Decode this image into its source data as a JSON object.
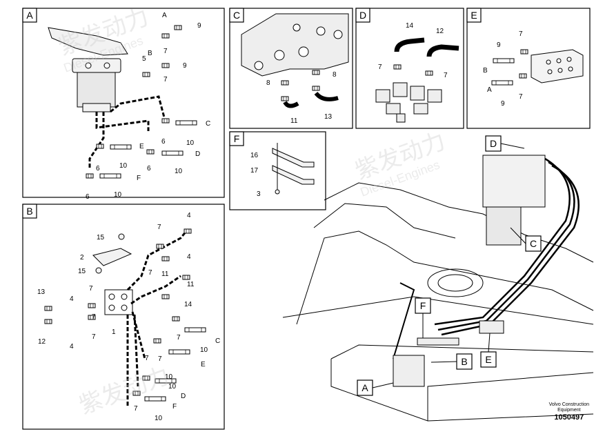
{
  "panels": {
    "A": {
      "tag": "A",
      "parts": [
        "9",
        "7",
        "5",
        "9",
        "7",
        "C",
        "6",
        "10",
        "D",
        "E",
        "6",
        "10",
        "6",
        "10",
        "F",
        "6",
        "10"
      ],
      "ports": [
        "A",
        "B"
      ]
    },
    "B": {
      "tag": "B",
      "parts": [
        "15",
        "2",
        "15",
        "7",
        "4",
        "11",
        "7",
        "7",
        "4",
        "11",
        "14",
        "13",
        "4",
        "7",
        "12",
        "4",
        "7",
        "1",
        "7",
        "C",
        "10",
        "7",
        "E",
        "10",
        "7",
        "10",
        "D",
        "7",
        "10",
        "F"
      ]
    },
    "C": {
      "tag": "C",
      "parts": [
        "8",
        "8",
        "11",
        "13"
      ]
    },
    "D": {
      "tag": "D",
      "parts": [
        "14",
        "12",
        "7",
        "7"
      ]
    },
    "E": {
      "tag": "E",
      "parts": [
        "9",
        "7",
        "B",
        "A",
        "7",
        "9"
      ]
    },
    "F": {
      "tag": "F",
      "parts": [
        "16",
        "17",
        "3"
      ]
    }
  },
  "overview_callouts": [
    "D",
    "C",
    "F",
    "B",
    "E",
    "A"
  ],
  "watermark": {
    "cn": "紫发动力",
    "en": "Diesel-Engines"
  },
  "credit": {
    "brand_line1": "Volvo Construction",
    "brand_line2": "Equipment",
    "number": "1050497"
  }
}
